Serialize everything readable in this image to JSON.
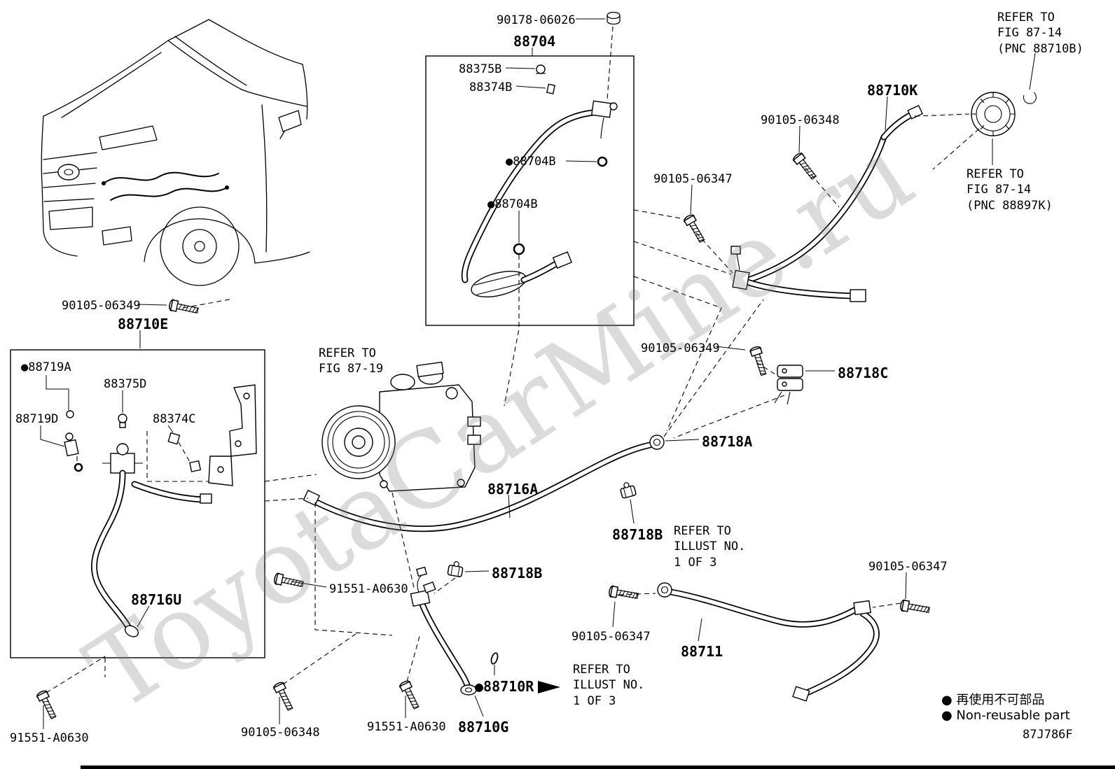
{
  "watermark": "ToyotaCarMine.ru",
  "diagram_code": "87J786F",
  "legend": {
    "jp": "● 再使用不可部品",
    "en": "● Non-reusable part"
  },
  "labels": {
    "p90178_06026": "90178-06026",
    "p88704": "88704",
    "p88375B": "88375B",
    "p88374B": "88374B",
    "p88704B_1": "●88704B",
    "p88704B_2": "●88704B",
    "refer_8714_top": "REFER TO\nFIG 87-14\n(PNC 88710B)",
    "p88710K": "88710K",
    "p90105_06348_1": "90105-06348",
    "refer_8714_right": "REFER TO\nFIG 87-14\n(PNC 88897K)",
    "p90105_06347_1": "90105-06347",
    "p90105_06349_1": "90105-06349",
    "p88710E": "88710E",
    "p88719A": "●88719A",
    "p88375D": "88375D",
    "p88719D": "88719D",
    "p88374C": "88374C",
    "refer_8719": "REFER TO\nFIG 87-19",
    "p90105_06349_2": "90105-06349",
    "p88718C": "88718C",
    "p88718A": "88718A",
    "p88716A": "88716A",
    "p88718B_1": "88718B",
    "refer_illust_1": "REFER TO\nILLUST NO.\n1 OF 3",
    "p88718B_2": "88718B",
    "p91551_1": "91551-A0630",
    "p88716U": "88716U",
    "p90105_06347_2": "90105-06347",
    "p90105_06347_3": "90105-06347",
    "p88711": "88711",
    "p88710R": "●88710R",
    "refer_illust_2": "REFER TO\nILLUST NO.\n1 OF 3",
    "p91551_2": "91551-A0630",
    "p90105_06348_2": "90105-06348",
    "p91551_3": "91551-A0630",
    "p88710G": "88710G"
  }
}
